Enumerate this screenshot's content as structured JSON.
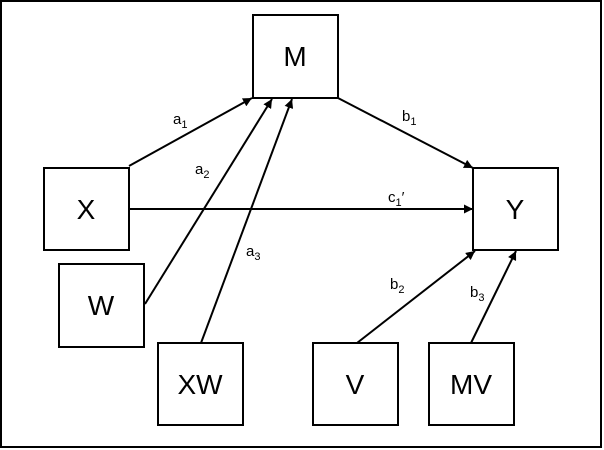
{
  "nodes": {
    "M": "M",
    "X": "X",
    "W": "W",
    "XW": "XW",
    "Y": "Y",
    "V": "V",
    "MV": "MV"
  },
  "paths": {
    "a1": {
      "base": "a",
      "sub": "1",
      "prime": ""
    },
    "a2": {
      "base": "a",
      "sub": "2",
      "prime": ""
    },
    "a3": {
      "base": "a",
      "sub": "3",
      "prime": ""
    },
    "b1": {
      "base": "b",
      "sub": "1",
      "prime": ""
    },
    "b2": {
      "base": "b",
      "sub": "2",
      "prime": ""
    },
    "b3": {
      "base": "b",
      "sub": "3",
      "prime": ""
    },
    "c1": {
      "base": "c",
      "sub": "1",
      "prime": "′"
    }
  },
  "colors": {
    "stroke": "#000000",
    "fill": "#ffffff"
  }
}
